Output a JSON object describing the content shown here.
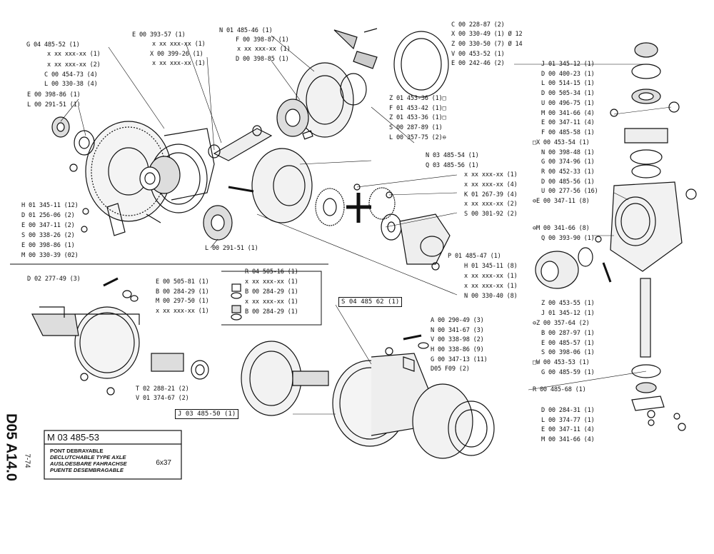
{
  "drawing": {
    "sheet_code": "D05 A14.0",
    "date": "7-74",
    "part_number": "M 03 485-53",
    "title_lines": [
      "PONT DEBRAYABLE",
      "DECLUTCHABLE TYPE AXLE",
      "AUSLOESBARE FAHRACHSE",
      "PUENTE DESEMBRAGABLE"
    ],
    "ratio": "6x37"
  },
  "labels_left": [
    "G 04 485-52 (1)",
    "x xx xxx-xx (1)",
    "x xx xxx-xx (2)",
    "C 00 454-73 (4)",
    "L 00 330-38 (4)",
    "E 00 398-86 (1)",
    "L 00 291-51 (1)",
    "H 01 345-11 (12)",
    "D 01 256-06 (2)",
    "E 00 347-11 (2)",
    "S 00 338-26 (2)",
    "E 00 398-86 (1)",
    "M 00 330-39 (02)"
  ],
  "labels_top": [
    "E 00 393-57 (1)",
    "x xx xxx-xx (1)",
    "X 00 399-26 (1)",
    "x xx xxx-xx (1)",
    "N 01 485-46 (1)",
    "F 00 398-87 (1)",
    "x xx xxx-xx (1)",
    "D 00 398-85 (1)"
  ],
  "labels_topright": [
    "C 00 228-87 (2)",
    "X 00 330-49 (1) Ø 12",
    "Z 00 330-50 (7) Ø 14",
    "V 00 453-52 (1)",
    "E 00 242-46 (2)"
  ],
  "labels_pinion": [
    "Z 01 453-36 (1)□",
    "F 01 453-42 (1)□",
    "Z 01 453-36 (1)□",
    "S 00 287-89 (1)",
    "L 00 357-75 (2)⊖"
  ],
  "labels_diff": [
    "N 03 485-54 (1)",
    "Q 03 485-56 (1)",
    "x xx xxx-xx (1)",
    "x xx xxx-xx (4)",
    "K 01 267-39 (4)",
    "x xx xxx-xx (2)",
    "S 00 301-92 (2)",
    "P 01 485-47 (1)",
    "H 01 345-11 (8)",
    "x xx xxx-xx (1)",
    "x xx xxx-xx (1)",
    "N 00 330-40 (8)"
  ],
  "label_bearing": "L 00 291-51 (1)",
  "labels_mid_left": [
    "D 02 277-49 (3)",
    "E 00 505-81 (1)",
    "B 00 284-29 (1)",
    "M 00 297-50 (1)",
    "x xx xxx-xx (1)",
    "R 04 505-16 (1)",
    "x xx xxx-xx (1)",
    "B 00 284-29 (1)",
    "x xx xxx-xx (1)",
    "B 00 284-29 (1)",
    "T 02 288-21 (2)",
    "V 01 374-67 (2)"
  ],
  "label_s04": "S 04 485 62 (1)",
  "label_j03": "J 03 485-50 (1)",
  "labels_center": [
    "A 00 290-49 (3)",
    "N 00 341-67 (3)",
    "V 00 338-98 (2)",
    "H 00 338-86 (9)",
    "G 00 347-13 (11)",
    "D05 F09 (2)"
  ],
  "labels_right": [
    "J 01 345-12 (1)",
    "D 00 400-23 (1)",
    "L 00 514-15 (1)",
    "D 00 505-34 (1)",
    "U 00 496-75 (1)",
    "M 00 341-66 (4)",
    "E 00 347-11 (4)",
    "F 00 485-58 (1)",
    "□X 00 453-54 (1)",
    "N 00 398-48 (1)",
    "G 00 374-96 (1)",
    "R 00 452-33 (1)",
    "D 00 485-56 (1)",
    "U 00 277-56 (16)",
    "⊖E 00 347-11 (8)",
    "⊖M 00 341-66 (8)",
    "Q 00 393-90 (1)"
  ],
  "labels_right_lower": [
    "Z 00 453-55 (1)",
    "J 01 345-12 (1)",
    "⊖Z 00 357-64 (2)",
    "B 00 287-97 (1)",
    "E 00 485-57 (1)",
    "S 00 398-06 (1)",
    "□W 00 453-53 (1)",
    "G 00 485-59 (1)"
  ],
  "label_r00": "R 00 485-68 (1)",
  "labels_bottom_right": [
    "D 00 284-31 (1)",
    "L 00 374-77 (1)",
    "E 00 347-11 (4)",
    "M 00 341-66 (4)"
  ]
}
